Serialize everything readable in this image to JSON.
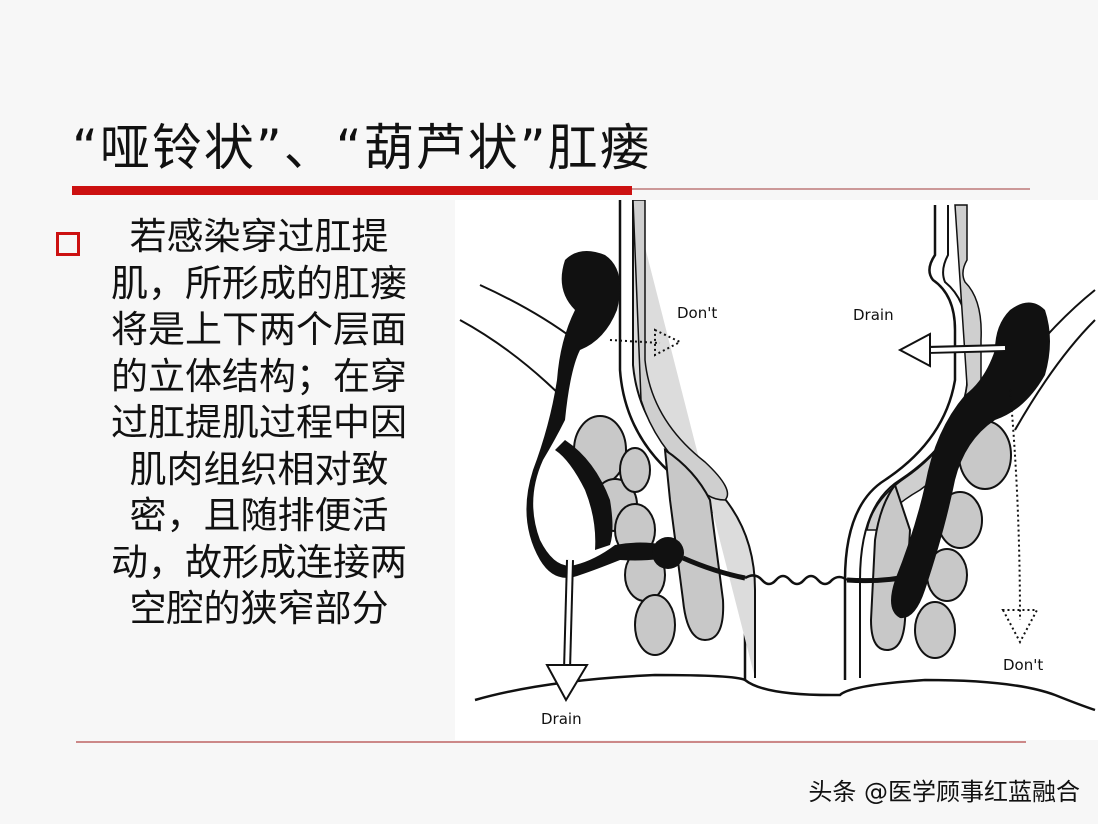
{
  "slide": {
    "title": "“哑铃状”、“葫芦状”肛瘘",
    "body": "若感染穿过肛提肌，所形成的肛瘘将是上下两个层面的立体结构；在穿过肛提肌过程中因肌肉组织相对致密，且随排便活动，故形成连接两空腔的狭窄部分",
    "bullet_icon": "square-bullet-icon",
    "accent_color": "#cc1111"
  },
  "diagram": {
    "labels": {
      "dont_top": "Don't",
      "drain_top": "Drain",
      "drain_bottom": "Drain",
      "dont_bottom": "Don't"
    }
  },
  "watermark": "头条 @医学顾事红蓝融合"
}
